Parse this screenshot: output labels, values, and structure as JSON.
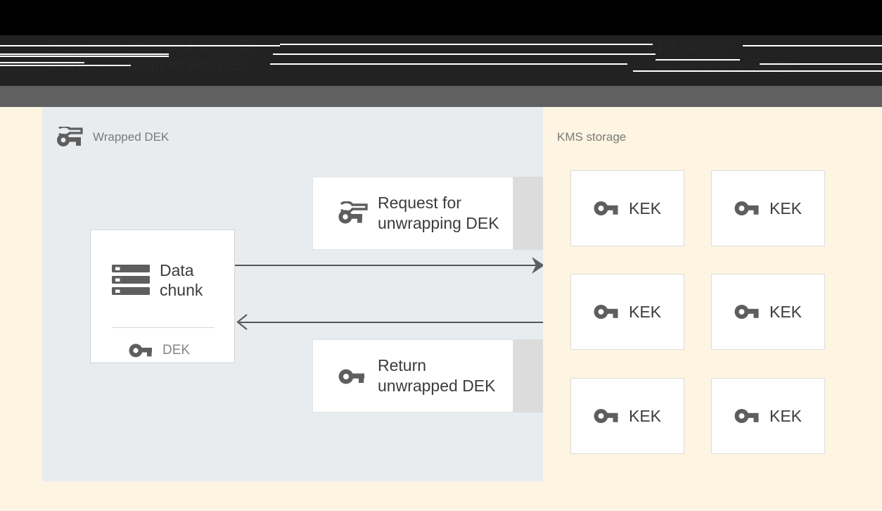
{
  "header": {
    "title_left": "Data chunk encrypted with DEK\nand DEK is wrapped with KEK",
    "title_right": "KEK storage\ninaccessible to Google",
    "obscured": true,
    "band_color": "#222222",
    "strip_color": "#606060"
  },
  "colors": {
    "left_panel_bg": "#e8ecef",
    "right_panel_bg": "#fdf5e1",
    "page_bg": "#fdf5e1",
    "card_bg": "#ffffff",
    "card_border": "#e2e2e2",
    "icon_gray": "#5e5e5e",
    "label_gray": "#7a7a7a",
    "text_dark": "#3c3c3c",
    "arrow_gray": "#555555",
    "shadow_gray": "#dcdcdc"
  },
  "left_panel": {
    "label": "Wrapped DEK",
    "label_icon": "wrapped-key-icon",
    "data_card": {
      "icon": "storage-chunk-icon",
      "title": "Data\nchunk",
      "key_icon": "key-icon",
      "key_label": "DEK"
    },
    "messages": [
      {
        "icon": "wrapped-key-icon",
        "text": "Request for\nunwrapping DEK",
        "direction": "right"
      },
      {
        "icon": "key-icon",
        "text": "Return\nunwrapped DEK",
        "direction": "left"
      }
    ],
    "arrows": [
      {
        "name": "request-arrow",
        "direction": "right"
      },
      {
        "name": "return-arrow",
        "direction": "left"
      }
    ]
  },
  "right_panel": {
    "label": "KMS storage",
    "kek_boxes": [
      {
        "icon": "key-icon",
        "label": "KEK"
      },
      {
        "icon": "key-icon",
        "label": "KEK"
      },
      {
        "icon": "key-icon",
        "label": "KEK"
      },
      {
        "icon": "key-icon",
        "label": "KEK"
      },
      {
        "icon": "key-icon",
        "label": "KEK"
      },
      {
        "icon": "key-icon",
        "label": "KEK"
      }
    ]
  }
}
